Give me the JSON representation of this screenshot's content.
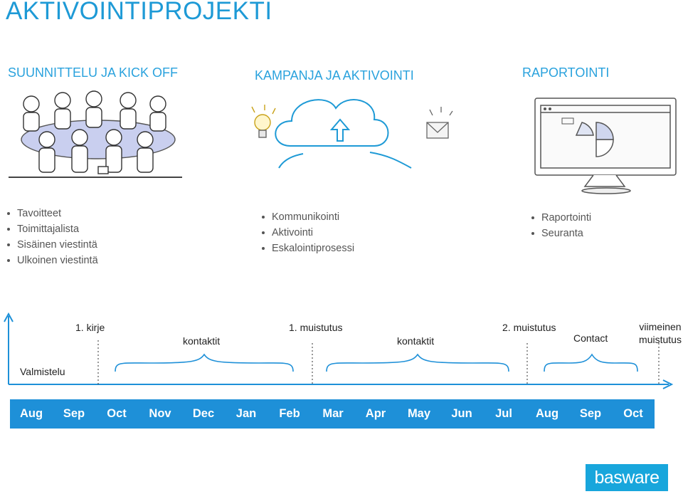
{
  "title": "AKTIVOINTIPROJEKTI",
  "phases": [
    {
      "heading": "SUUNNITTELU JA KICK OFF",
      "bullets": [
        "Tavoitteet",
        "Toimittajalista",
        "Sisäinen viestintä",
        "Ulkoinen viestintä"
      ]
    },
    {
      "heading": "KAMPANJA JA AKTIVOINTI",
      "bullets": [
        "Kommunikointi",
        "Aktivointi",
        "Eskalointiprosessi"
      ]
    },
    {
      "heading": "RAPORTOINTI",
      "bullets": [
        "Raportointi",
        "Seuranta"
      ]
    }
  ],
  "timeline": {
    "start_label": "Valmistelu",
    "events": [
      "1. kirje",
      "1. muistutus",
      "2. muistutus",
      "viimeinen muistutus"
    ],
    "brace_labels": [
      "kontaktit",
      "kontaktit",
      "Contact"
    ],
    "months": [
      "Aug",
      "Sep",
      "Oct",
      "Nov",
      "Dec",
      "Jan",
      "Feb",
      "Mar",
      "Apr",
      "May",
      "Jun",
      "Jul",
      "Aug",
      "Sep",
      "Oct"
    ]
  },
  "logo_text": "basware",
  "colors": {
    "accent": "#1e90d8",
    "title": "#1e9ad6",
    "logo": "#18a6dc"
  }
}
